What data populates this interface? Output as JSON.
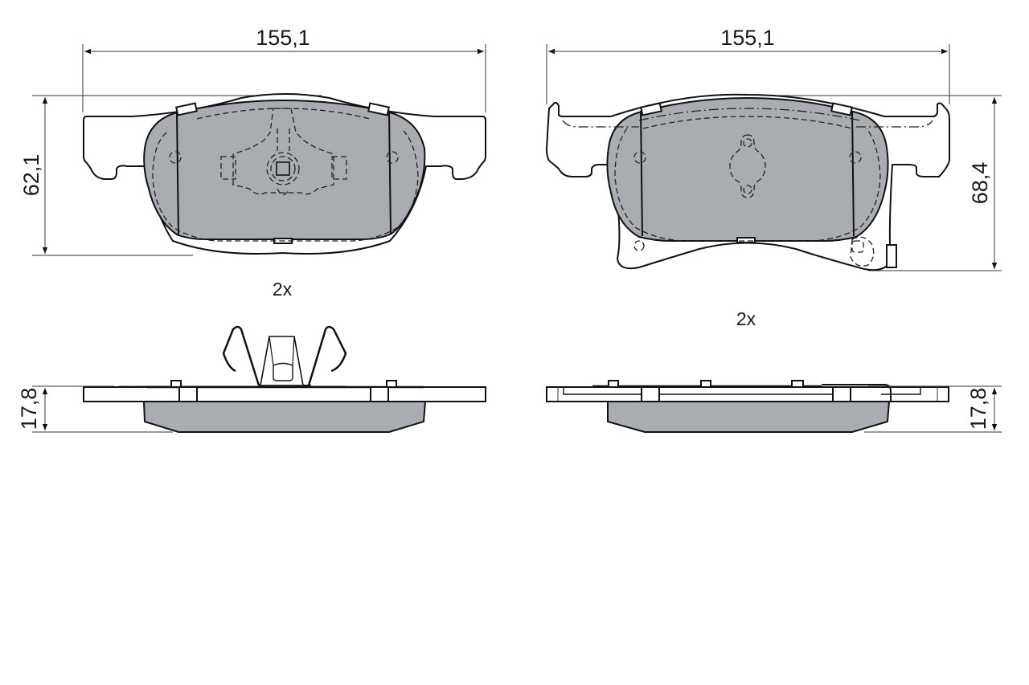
{
  "drawing": {
    "subject": "Brake pad set technical drawing",
    "colors": {
      "friction_material": "#a9adb2",
      "lines": "#111111",
      "background": "#ffffff"
    },
    "left_pad": {
      "front_view": {
        "width_dimension": "155,1",
        "height_dimension": "62,1"
      },
      "quantity_label": "2x",
      "side_view": {
        "thickness_dimension": "17,8"
      },
      "features": [
        "spring clip",
        "wear indicator tabs"
      ]
    },
    "right_pad": {
      "front_view": {
        "width_dimension": "155,1",
        "height_dimension": "68,4"
      },
      "quantity_label": "2x",
      "side_view": {
        "thickness_dimension": "17,8"
      },
      "features": [
        "wear sensor contact",
        "shims"
      ]
    }
  }
}
